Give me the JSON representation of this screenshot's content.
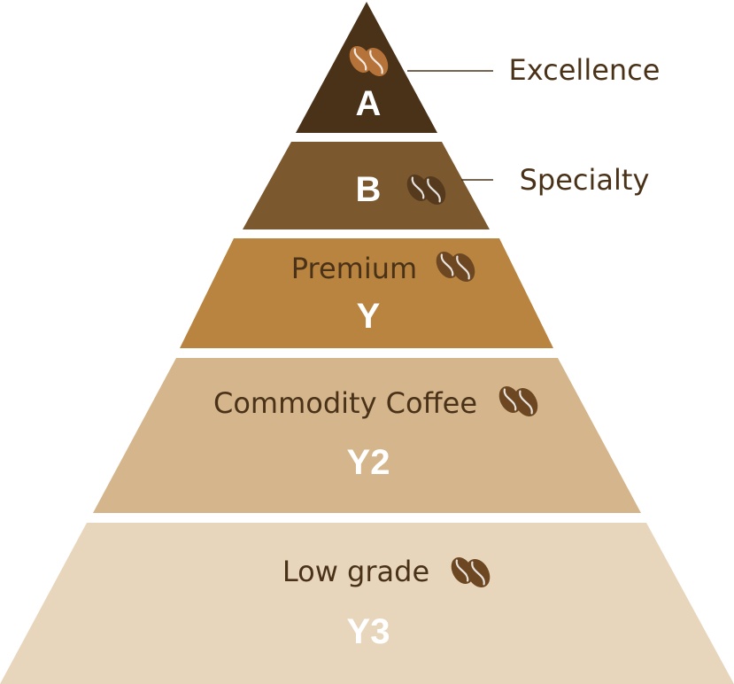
{
  "tiers": [
    {
      "code": "A",
      "label": "",
      "fill": "#4a3219",
      "bean": "#b5733a",
      "code_color": "#ffffff",
      "text_color": "#ffffff",
      "callout": "Excellence",
      "icon": "coffee-bean-icon"
    },
    {
      "code": "B",
      "label": "",
      "fill": "#7b582e",
      "bean": "#553a1e",
      "code_color": "#ffffff",
      "text_color": "#ffffff",
      "callout": "Specialty",
      "icon": "coffee-bean-icon"
    },
    {
      "code": "Y",
      "label": "Premium",
      "fill": "#b8843f",
      "bean": "#6c4722",
      "code_color": "#ffffff",
      "text_color": "#4a3219",
      "callout": "",
      "icon": "coffee-bean-icon"
    },
    {
      "code": "Y2",
      "label": "Commodity Coffee",
      "fill": "#d5b68c",
      "bean": "#6c4722",
      "code_color": "#ffffff",
      "text_color": "#4a3219",
      "callout": "",
      "icon": "coffee-bean-icon"
    },
    {
      "code": "Y3",
      "label": "Low grade",
      "fill": "#e8d6bc",
      "bean": "#6c4722",
      "code_color": "#ffffff",
      "text_color": "#4a3219",
      "callout": "",
      "icon": "coffee-bean-icon"
    }
  ],
  "callout_line_color": "#4a3219",
  "callout_text_color": "#4a3219"
}
